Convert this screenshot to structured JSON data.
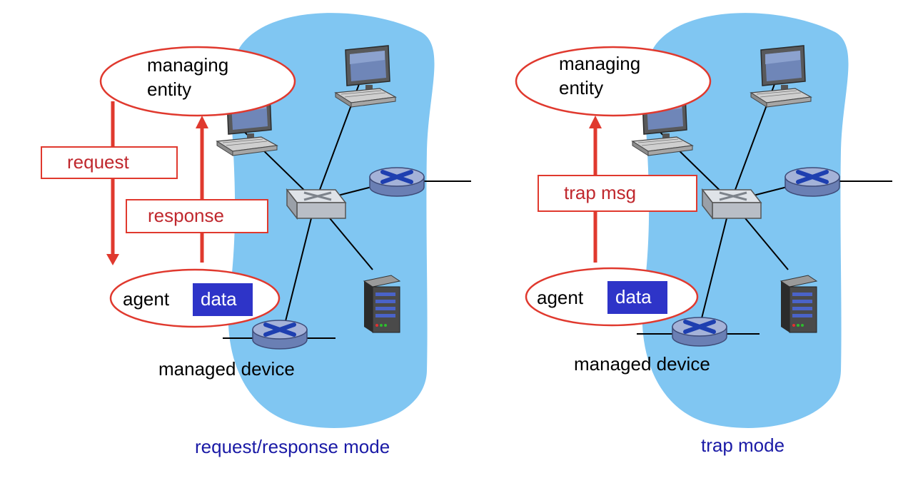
{
  "colors": {
    "cloud": "#80c6f2",
    "accent_red": "#e0392e",
    "msg_text": "#c0282e",
    "data_box": "#2e34c8",
    "caption": "#1a1aa6"
  },
  "left_panel": {
    "managing_entity": [
      "managing",
      "entity"
    ],
    "request_label": "request",
    "response_label": "response",
    "agent_label": "agent",
    "data_label": "data",
    "device_label": "managed device",
    "caption": "request/response mode"
  },
  "right_panel": {
    "managing_entity": [
      "managing",
      "entity"
    ],
    "trap_label": "trap msg",
    "agent_label": "agent",
    "data_label": "data",
    "device_label": "managed device",
    "caption": "trap mode"
  },
  "icons": [
    "desktop-computer-icon",
    "router-icon",
    "switch-icon",
    "server-icon"
  ]
}
